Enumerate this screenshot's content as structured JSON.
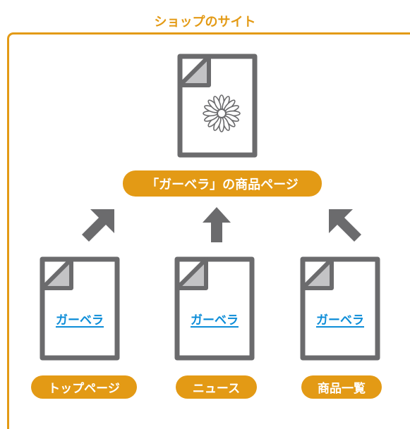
{
  "site": {
    "title": "ショップのサイト"
  },
  "product_page": {
    "label": "「ガーベラ」の商品ページ",
    "icon": "flower-icon"
  },
  "source_pages": [
    {
      "link_text": "ガーベラ",
      "label": "トップページ"
    },
    {
      "link_text": "ガーベラ",
      "label": "ニュース"
    },
    {
      "link_text": "ガーベラ",
      "label": "商品一覧"
    }
  ],
  "colors": {
    "accent": "#e39a15",
    "link": "#0d8dd8",
    "document_outline": "#6b6b6d",
    "document_fold": "#c3c3c5",
    "arrow": "#6b6b6d"
  }
}
